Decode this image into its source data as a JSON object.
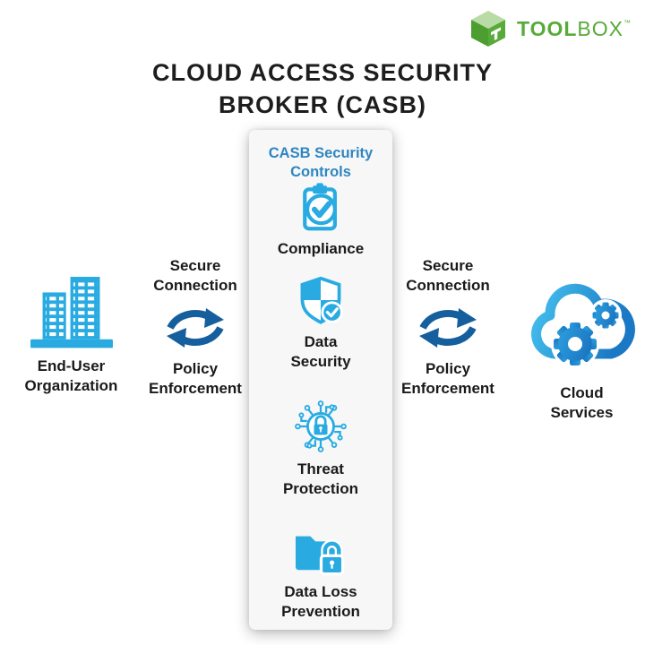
{
  "brand": {
    "logo_text_bold": "TOOL",
    "logo_text_light": "BOX",
    "trademark": "™"
  },
  "title": {
    "line1": "CLOUD ACCESS SECURITY",
    "line2": "BROKER (CASB)"
  },
  "casb_panel": {
    "heading": "CASB Security Controls",
    "controls": [
      {
        "label": "Compliance",
        "icon": "clipboard-check-icon"
      },
      {
        "label": "Data Security",
        "icon": "shield-check-icon"
      },
      {
        "label": "Threat Protection",
        "icon": "circuit-lock-icon"
      },
      {
        "label": "Data Loss Prevention",
        "icon": "folder-lock-icon"
      }
    ]
  },
  "left_entity": {
    "label": "End-User Organization",
    "icon": "buildings-icon"
  },
  "right_entity": {
    "label": "Cloud Services",
    "icon": "cloud-gears-icon"
  },
  "connections": {
    "left": {
      "top_label": "Secure Connection",
      "bottom_label": "Policy Enforcement",
      "icon": "sync-arrows-icon"
    },
    "right": {
      "top_label": "Secure Connection",
      "bottom_label": "Policy Enforcement",
      "icon": "sync-arrows-icon"
    }
  },
  "colors": {
    "icon_blue": "#29abe2",
    "heading_blue": "#2e86c1",
    "arrow_blue": "#155f9e",
    "brand_green": "#58ab3a",
    "brand_green_light": "#b9dca6",
    "panel_bg": "#f7f7f7",
    "text_dark": "#1c1c1c"
  }
}
